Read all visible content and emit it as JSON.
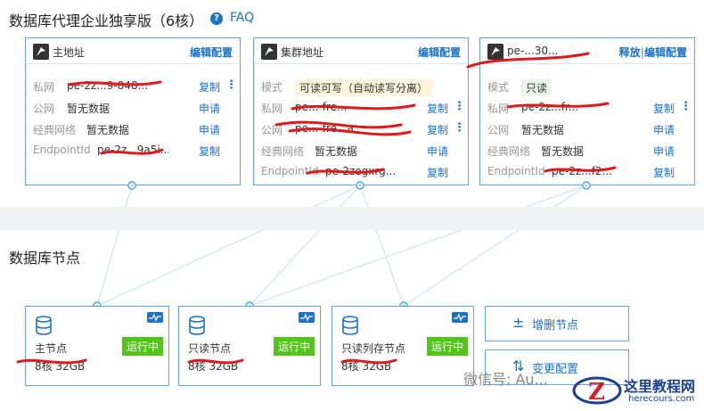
{
  "header": {
    "title": "数据库代理企业独享版（6核）",
    "help_icon": "?",
    "faq": "FAQ"
  },
  "cards": [
    {
      "title": "主地址",
      "action": "编辑配置",
      "rows": [
        {
          "label": "私网",
          "value": "pe-2z...9-848...",
          "link": "复制",
          "more": "⋮"
        },
        {
          "label": "公网",
          "value": "暂无数据",
          "link": "申请"
        },
        {
          "label": "经典网络",
          "value": "暂无数据",
          "link": "申请"
        },
        {
          "label": "EndpointId",
          "value": "pe-2z...9a5i...",
          "link": "复制"
        }
      ]
    },
    {
      "title": "集群地址",
      "action": "编辑配置",
      "rows": [
        {
          "label": "模式",
          "value": "可读可写（自动读写分离）"
        },
        {
          "label": "私网",
          "value": "pe...-fre...",
          "link": "复制",
          "more": "⋮"
        },
        {
          "label": "公网",
          "value": "pe...-fre...a",
          "link": "复制",
          "more": "⋮"
        },
        {
          "label": "经典网络",
          "value": "暂无数据",
          "link": "申请"
        },
        {
          "label": "EndpointId",
          "value": "pe-2zegxrg...",
          "link": "复制"
        }
      ]
    },
    {
      "title": "pe-...30...",
      "action1": "释放",
      "action_sep": "|",
      "action2": "编辑配置",
      "rows": [
        {
          "label": "模式",
          "value": "只读"
        },
        {
          "label": "私网",
          "value": "pe-2z...fr...",
          "link": "复制",
          "more": "⋮"
        },
        {
          "label": "公网",
          "value": "暂无数据",
          "link": "申请"
        },
        {
          "label": "经典网络",
          "value": "暂无数据",
          "link": "申请"
        },
        {
          "label": "EndpointId",
          "value": "pe-2z...f2...",
          "link": "复制"
        }
      ]
    }
  ],
  "section2": "数据库节点",
  "nodes": [
    {
      "name": "主节点",
      "status": "运行中",
      "spec": "8核 32GB"
    },
    {
      "name": "只读节点",
      "status": "运行中",
      "spec": "8核 32GB"
    },
    {
      "name": "只读列存节点",
      "status": "运行中",
      "spec": "8核 32GB"
    }
  ],
  "buttons": {
    "add_remove": "增删节点",
    "change": "变更配置"
  },
  "watermark": {
    "wechat": "微信号: Au...",
    "site_name": "这里教程网",
    "site_url": "herecours.com"
  },
  "colors": {
    "accent": "#1a73c9",
    "border": "#5ea6dd",
    "running": "#52c41a"
  }
}
